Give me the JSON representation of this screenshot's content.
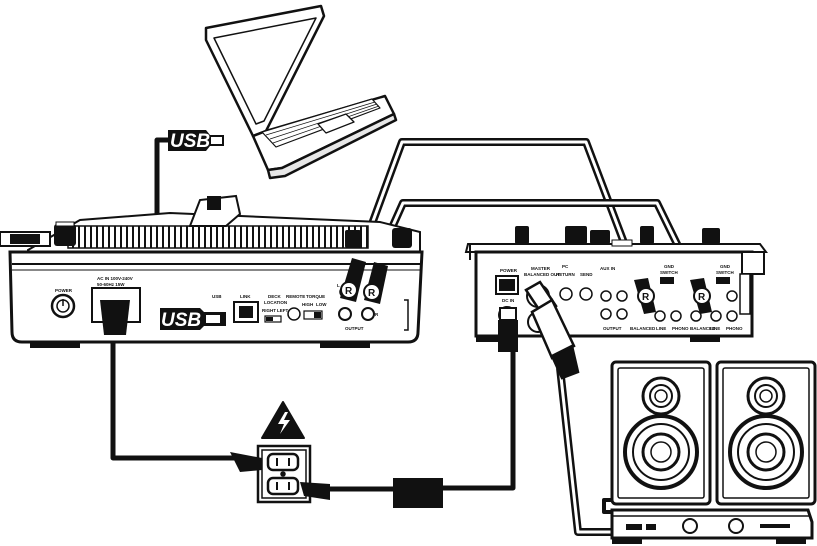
{
  "usb_label": "USB",
  "deck": {
    "power": "POWER",
    "dc_in": "AC IN 100V-240V",
    "dc_in_2": "50-60Hz 15W",
    "usb": "USB",
    "link": "LINK",
    "deck_location": "DECK",
    "deck_location_2": "LOCATION",
    "deck_right": "RIGHT",
    "deck_left": "LEFT",
    "remote": "REMOTE",
    "torque": "TORQUE",
    "torque_high": "HIGH",
    "torque_low": "LOW",
    "output": "OUTPUT",
    "ch_l": "L",
    "ch_r": "R"
  },
  "mixer": {
    "power": "POWER",
    "dc_in": "DC IN",
    "master_balanced_out": "MASTER",
    "master_balanced_out_2": "BALANCED OUT",
    "pc": "PC",
    "return": "RETURN",
    "send": "SEND",
    "aux_in": "AUX IN",
    "output": "OUTPUT",
    "balanced": "BALANCED",
    "line": "LINE",
    "phono": "PHONO",
    "gnd": "GND",
    "gnd_switch": "SWITCH"
  },
  "colors": {
    "ink": "#111111",
    "warning": "#111111"
  },
  "icons": [
    "laptop-icon",
    "usb-plug-icon",
    "rca-plug-icon",
    "power-outlet-icon",
    "high-voltage-warning-icon",
    "power-adapter-icon",
    "speaker-icon",
    "amplifier-icon"
  ]
}
